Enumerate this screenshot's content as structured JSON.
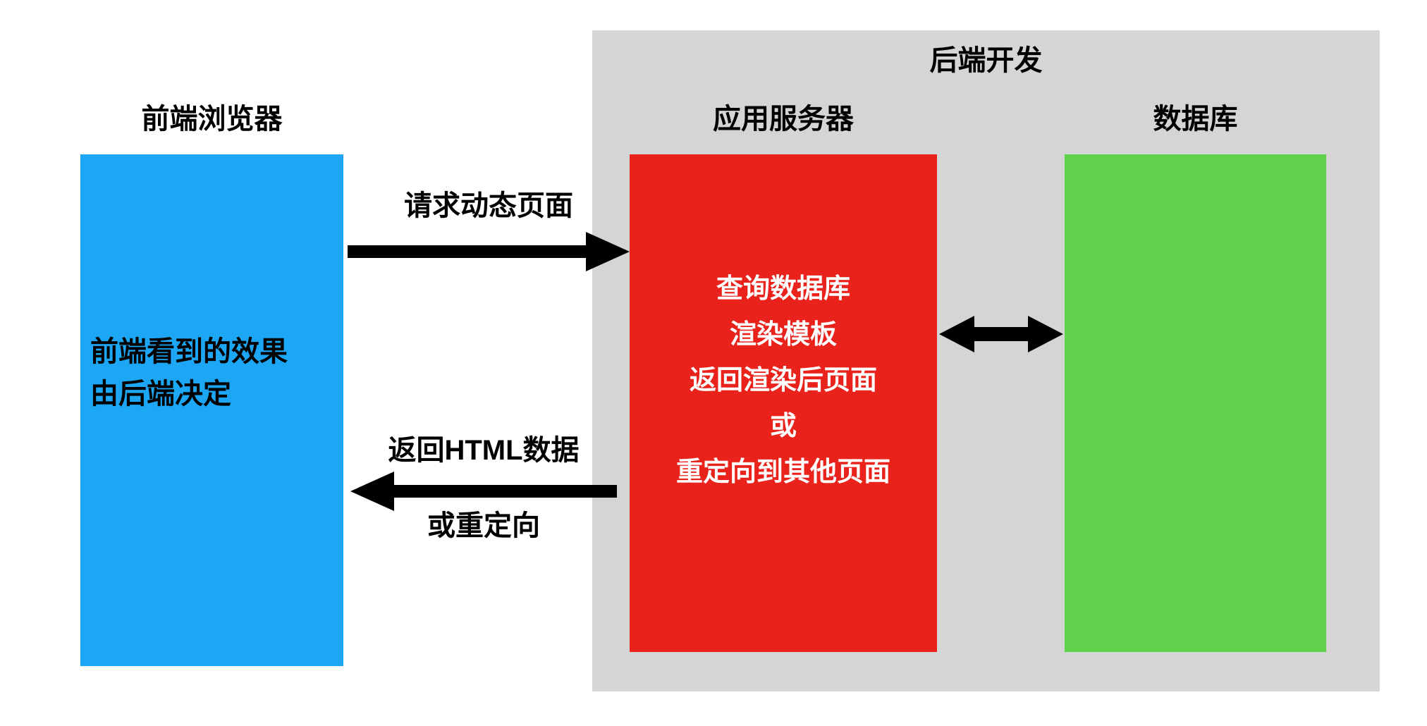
{
  "diagram": {
    "backend_area": {
      "title": "后端开发",
      "color": "#d5d5d5"
    },
    "frontend_box": {
      "title": "前端浏览器",
      "line1": "前端看到的效果",
      "line2": "由后端决定",
      "color": "#1ca6f3"
    },
    "app_server_box": {
      "title": "应用服务器",
      "line1": "查询数据库",
      "line2": "渲染模板",
      "line3": "返回渲染后页面",
      "line4": "或",
      "line5": "重定向到其他页面",
      "color": "#e9221b"
    },
    "database_box": {
      "title": "数据库",
      "color": "#5fd14a"
    },
    "request_arrow": {
      "label": "请求动态页面",
      "direction": "right",
      "color": "#000000"
    },
    "response_arrow": {
      "label_line1": "返回HTML数据",
      "label_line2": "或重定向",
      "direction": "left",
      "color": "#000000"
    },
    "db_arrow": {
      "direction": "both",
      "color": "#000000"
    }
  }
}
